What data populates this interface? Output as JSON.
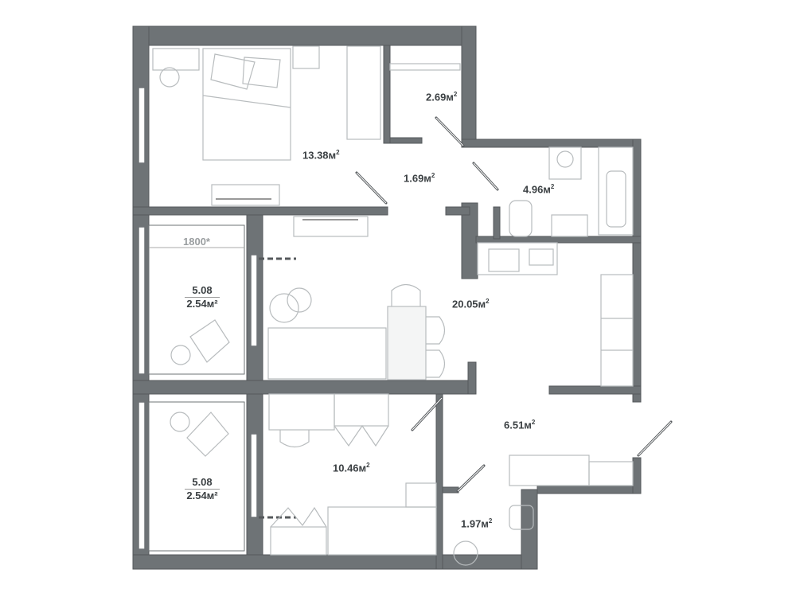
{
  "rooms": {
    "bedroom": {
      "area": "13.38м",
      "sup": "2"
    },
    "wardrobe": {
      "area": "2.69м",
      "sup": "2"
    },
    "corridor": {
      "area": "1.69м",
      "sup": "2"
    },
    "bathroom": {
      "area": "4.96м",
      "sup": "2"
    },
    "living_kitchen": {
      "area": "20.05м",
      "sup": "2"
    },
    "hallway": {
      "area": "6.51м",
      "sup": "2"
    },
    "kids_room": {
      "area": "10.46м",
      "sup": "2"
    },
    "toilet": {
      "area": "1.97м",
      "sup": "2"
    }
  },
  "balconies": [
    {
      "total": "5.08",
      "area": "2.54м²"
    },
    {
      "total": "5.08",
      "area": "2.54м²"
    }
  ],
  "dimension": "1800*",
  "colors": {
    "wall": "#6e7376",
    "furniture": "#b8bcbe",
    "text": "#3b4043"
  }
}
